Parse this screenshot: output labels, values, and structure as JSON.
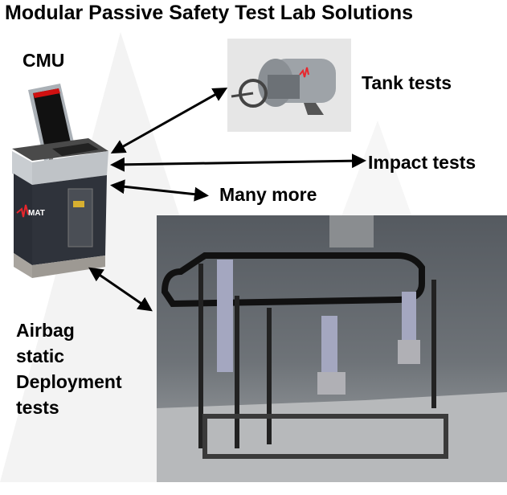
{
  "title": "Modular Passive Safety Test Lab Solutions",
  "labels": {
    "cmu": "CMU",
    "tank": "Tank tests",
    "impact": "Impact tests",
    "many": "Many more",
    "airbag": [
      "Airbag",
      "static",
      "Deployment",
      "tests"
    ]
  },
  "logo_text": "MAT",
  "colors": {
    "text": "#000000",
    "accent": "#e8262c",
    "cabinet": "#2a2e36"
  }
}
